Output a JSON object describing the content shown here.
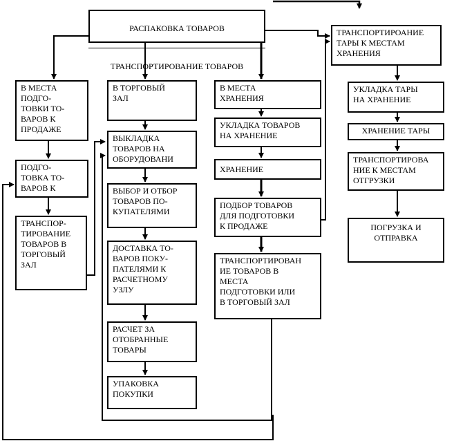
{
  "boxes": {
    "top_title": "РАСПАКОВКА ТОВАРОВ",
    "top_sub": "ТРАНСПОРТИРОВАНИЕ ТОВАРОВ",
    "c1_1": "В МЕСТА\nПОДГО-\nТОВКИ ТО-\nВАРОВ К\nПРОДАЖЕ",
    "c1_2": "ПОДГО-\nТОВКА ТО-\nВАРОВ К",
    "c1_3": "ТРАНСПОР-\nТИРОВАНИЕ\nТОВАРОВ В\nТОРГОВЫЙ\nЗАЛ",
    "c2_1": "В ТОРГОВЫЙ\nЗАЛ",
    "c2_2": "ВЫКЛАДКА\nТОВАРОВ НА\nОБОРУДОВАНИ",
    "c2_3": "ВЫБОР И ОТБОР\nТОВАРОВ ПО-\nКУПАТЕЛЯМИ",
    "c2_4": "ДОСТАВКА ТО-\nВАРОВ ПОКУ-\nПАТЕЛЯМИ К\nРАСЧЕТНОМУ\nУЗЛУ",
    "c2_5": "РАСЧЕТ ЗА\nОТОБРАННЫЕ\nТОВАРЫ",
    "c2_6": "УПАКОВКА\nПОКУПКИ",
    "c3_1": "В МЕСТА\nХРАНЕНИЯ",
    "c3_2": "УКЛАДКА ТОВАРОВ\nНА ХРАНЕНИЕ",
    "c3_3": "ХРАНЕНИЕ",
    "c3_4": "ПОДБОР ТОВАРОВ\nДЛЯ ПОДГОТОВКИ\nК ПРОДАЖЕ",
    "c3_5": "ТРАНСПОРТИРОВАН\nИЕ ТОВАРОВ В\nМЕСТА\nПОДГОТОВКИ ИЛИ\nВ ТОРГОВЫЙ ЗАЛ",
    "c4_1": "ТРАНСПОРТИРОАНИЕ\nТАРЫ К МЕСТАМ\nХРАНЕНИЯ",
    "c4_2": "УКЛАДКА ТАРЫ\nНА ХРАНЕНИЕ",
    "c4_3": "ХРАНЕНИЕ ТАРЫ",
    "c4_4": "ТРАНСПОРТИРОВА\nНИЕ  К МЕСТАМ\nОТГРУЗКИ",
    "c4_5": "ПОГРУЗКА И\nОТПРАВКА"
  }
}
